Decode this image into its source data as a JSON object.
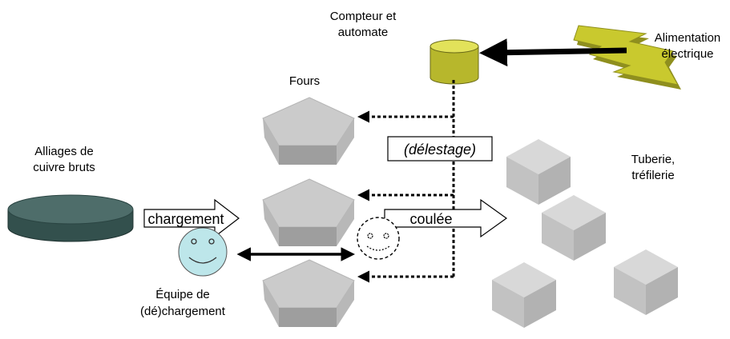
{
  "labels": {
    "controller": [
      "Compteur et",
      "automate"
    ],
    "power": [
      "Alimentation",
      "électrique"
    ],
    "furnaces": "Fours",
    "raw_alloys": [
      "Alliages de",
      "cuivre bruts"
    ],
    "tube_mill": [
      "Tuberie,",
      "tréfilerie"
    ],
    "crew": [
      "Équipe de",
      "(dé)chargement"
    ]
  },
  "arrows": {
    "loading": "chargement",
    "casting": "coulée",
    "load_shedding": "(délestage)"
  },
  "colors": {
    "controller": "#d4d43a",
    "power": "#c9c92e",
    "furnace": "#c9c9c9",
    "furnace_front": "#a8a8a8",
    "mill_block": "#cfcfcf",
    "alloy_disk": "#3e5a57",
    "crew_face": "#bde6ea"
  }
}
